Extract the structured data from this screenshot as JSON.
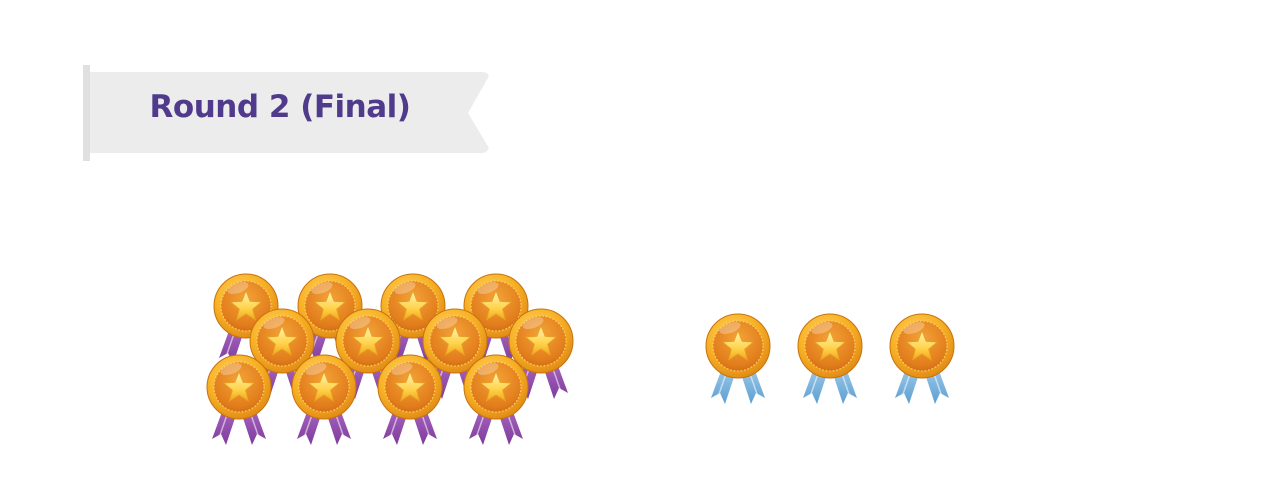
{
  "banner": {
    "title": "Round 2 (Final)",
    "background_color": "#ececec",
    "pole_color": "#e0e0e0",
    "title_color": "#4f3a8c"
  },
  "groups": [
    {
      "name": "left-group",
      "medal_count": 12,
      "ribbon_color": "purple"
    },
    {
      "name": "right-group",
      "medal_count": 3,
      "ribbon_color": "light-blue"
    }
  ],
  "icons": [
    "gold-star-medal-icon"
  ]
}
